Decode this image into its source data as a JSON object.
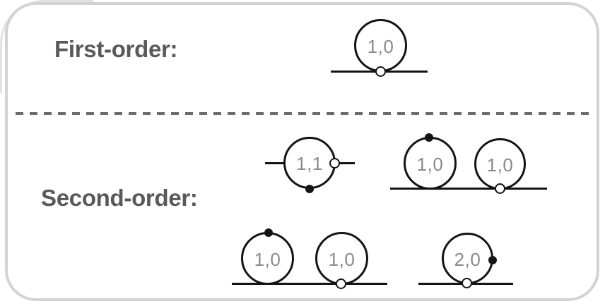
{
  "figure": {
    "first_order": {
      "heading": "First-order:",
      "tadpole": {
        "label": "1,0"
      }
    },
    "second_order": {
      "heading": "Second-order:",
      "sunset": {
        "label": "1,1"
      },
      "pair_top": {
        "left": "1,0",
        "right": "1,0"
      },
      "pair_bottom": {
        "left": "1,0",
        "right": "1,0"
      },
      "double_loop": {
        "label": "2,0"
      }
    }
  },
  "colors": {
    "diagram_stroke": "#141414",
    "circle_label": "#8a8a8a",
    "heading_text": "#595959",
    "card_border": "#d3d3d3",
    "divider_dash": "#6c6c6c",
    "background": "#ffffff"
  }
}
